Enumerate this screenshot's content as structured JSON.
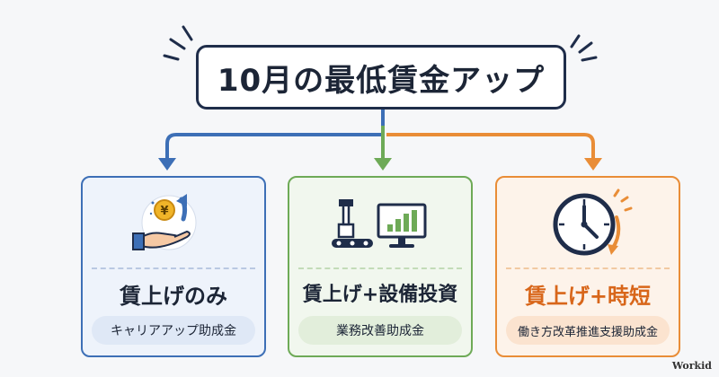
{
  "title": "10月の最低賃金アップ",
  "options": [
    {
      "heading": "賃上げのみ",
      "subsidy": "キャリアアップ助成金",
      "icon": "yen-coin-hand-icon",
      "color": "#3d6fb6"
    },
    {
      "heading": "賃上げ+設備投資",
      "subsidy": "業務改善助成金",
      "icon": "machine-chart-icon",
      "color": "#6eaa57"
    },
    {
      "heading": "賃上げ+時短",
      "subsidy": "働き方改革推進支援助成金",
      "icon": "clock-icon",
      "color": "#e98d37"
    }
  ],
  "brand": "Workid",
  "colors": {
    "title_border": "#1f2d4a",
    "blue": "#3d6fb6",
    "green": "#6eaa57",
    "orange": "#e98d37"
  }
}
